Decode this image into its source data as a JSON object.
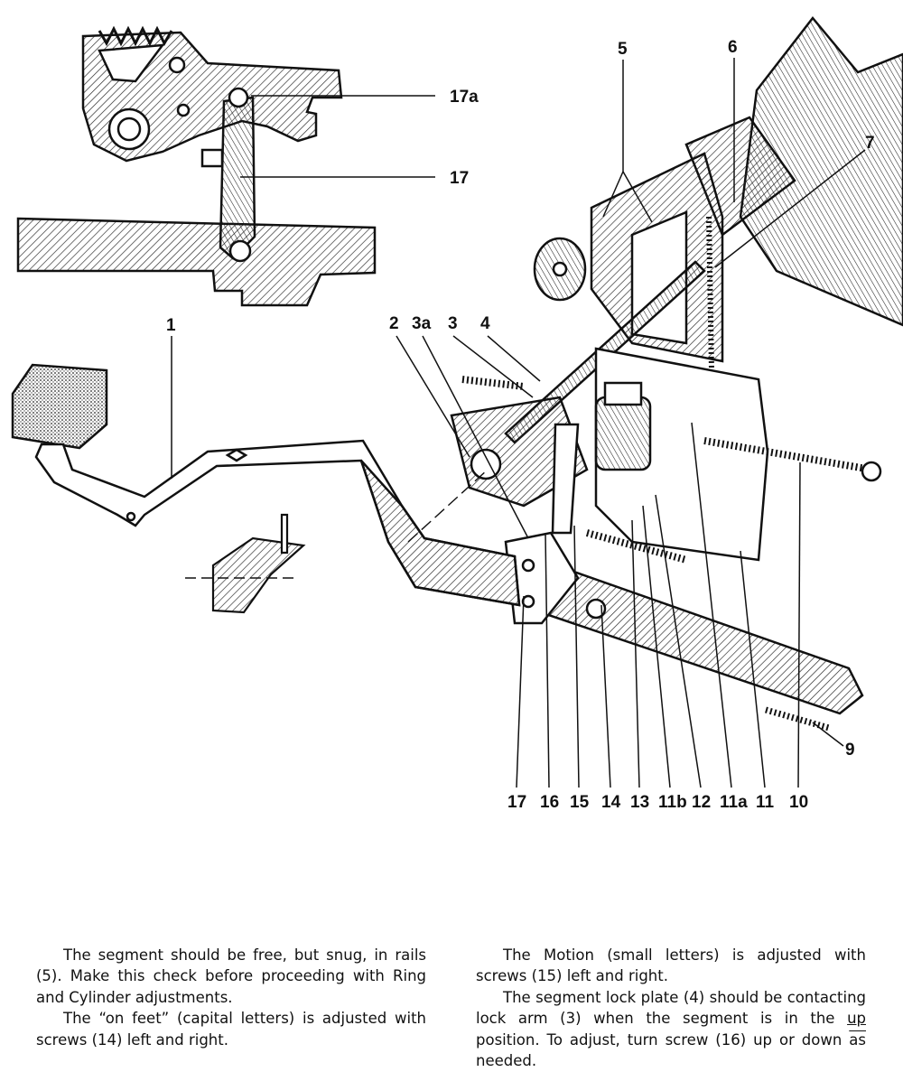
{
  "figure": {
    "callouts": {
      "c17a": "17a",
      "c17_top": "17",
      "c1": "1",
      "c2": "2",
      "c3a": "3a",
      "c3": "3",
      "c4": "4",
      "c5": "5",
      "c6": "6",
      "c7": "7",
      "c9": "9",
      "bottom": [
        "17",
        "16",
        "15",
        "14",
        "13",
        "11b",
        "12",
        "11a",
        "11",
        "10"
      ]
    }
  },
  "text": {
    "left": {
      "p1": "The segment should be free, but snug, in rails (5). Make this check before proceeding with Ring and Cylinder adjustments.",
      "p2": "The “on feet” (capital letters) is adjusted with screws (14) left and right."
    },
    "right": {
      "p1": "The Motion (small letters) is adjusted with screws (15) left and right.",
      "p2_a": "The segment lock plate (4) should be contacting lock arm (3) when the segment is in the ",
      "p2_up": "up",
      "p2_b": " position. To adjust, turn screw (16) up or down ",
      "p2_as": "as",
      "p2_c": " needed."
    }
  }
}
